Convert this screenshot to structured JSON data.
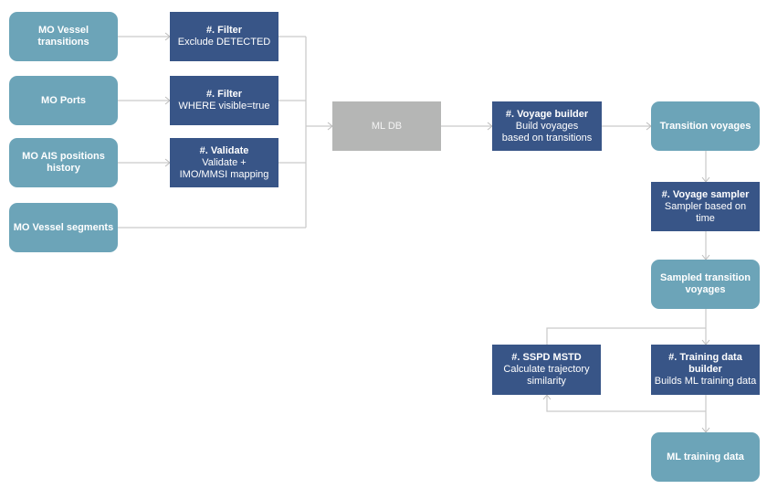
{
  "sources": [
    {
      "id": "vessel-transitions",
      "label": "MO Vessel transitions"
    },
    {
      "id": "ports",
      "label": "MO Ports"
    },
    {
      "id": "ais-positions",
      "label": "MO AIS positions history"
    },
    {
      "id": "vessel-segments",
      "label": "MO Vessel segments"
    }
  ],
  "steps": {
    "filter_transitions": {
      "title": "#. Filter",
      "desc": "Exclude DETECTED"
    },
    "filter_ports": {
      "title": "#. Filter",
      "desc": "WHERE visible=true"
    },
    "validate": {
      "title": "#. Validate",
      "desc": "Validate + IMO/MMSI mapping"
    },
    "voyage_builder": {
      "title": "#. Voyage builder",
      "desc": "Build voyages based on transitions"
    },
    "voyage_sampler": {
      "title": "#. Voyage sampler",
      "desc": "Sampler based on time"
    },
    "sspd_mstd": {
      "title": "#. SSPD MSTD",
      "desc": "Calculate trajectory similarity"
    },
    "training_builder": {
      "title": "#. Training data builder",
      "desc": "Builds ML training data"
    }
  },
  "database": {
    "label": "ML DB"
  },
  "outputs": {
    "transition_voyages": "Transition voyages",
    "sampled_voyages": "Sampled transition voyages",
    "training_data": "ML training data"
  },
  "colors": {
    "source": "#6ca4b8",
    "process": "#385587",
    "database": "#b5b6b5",
    "connector": "#c9c9c9"
  }
}
